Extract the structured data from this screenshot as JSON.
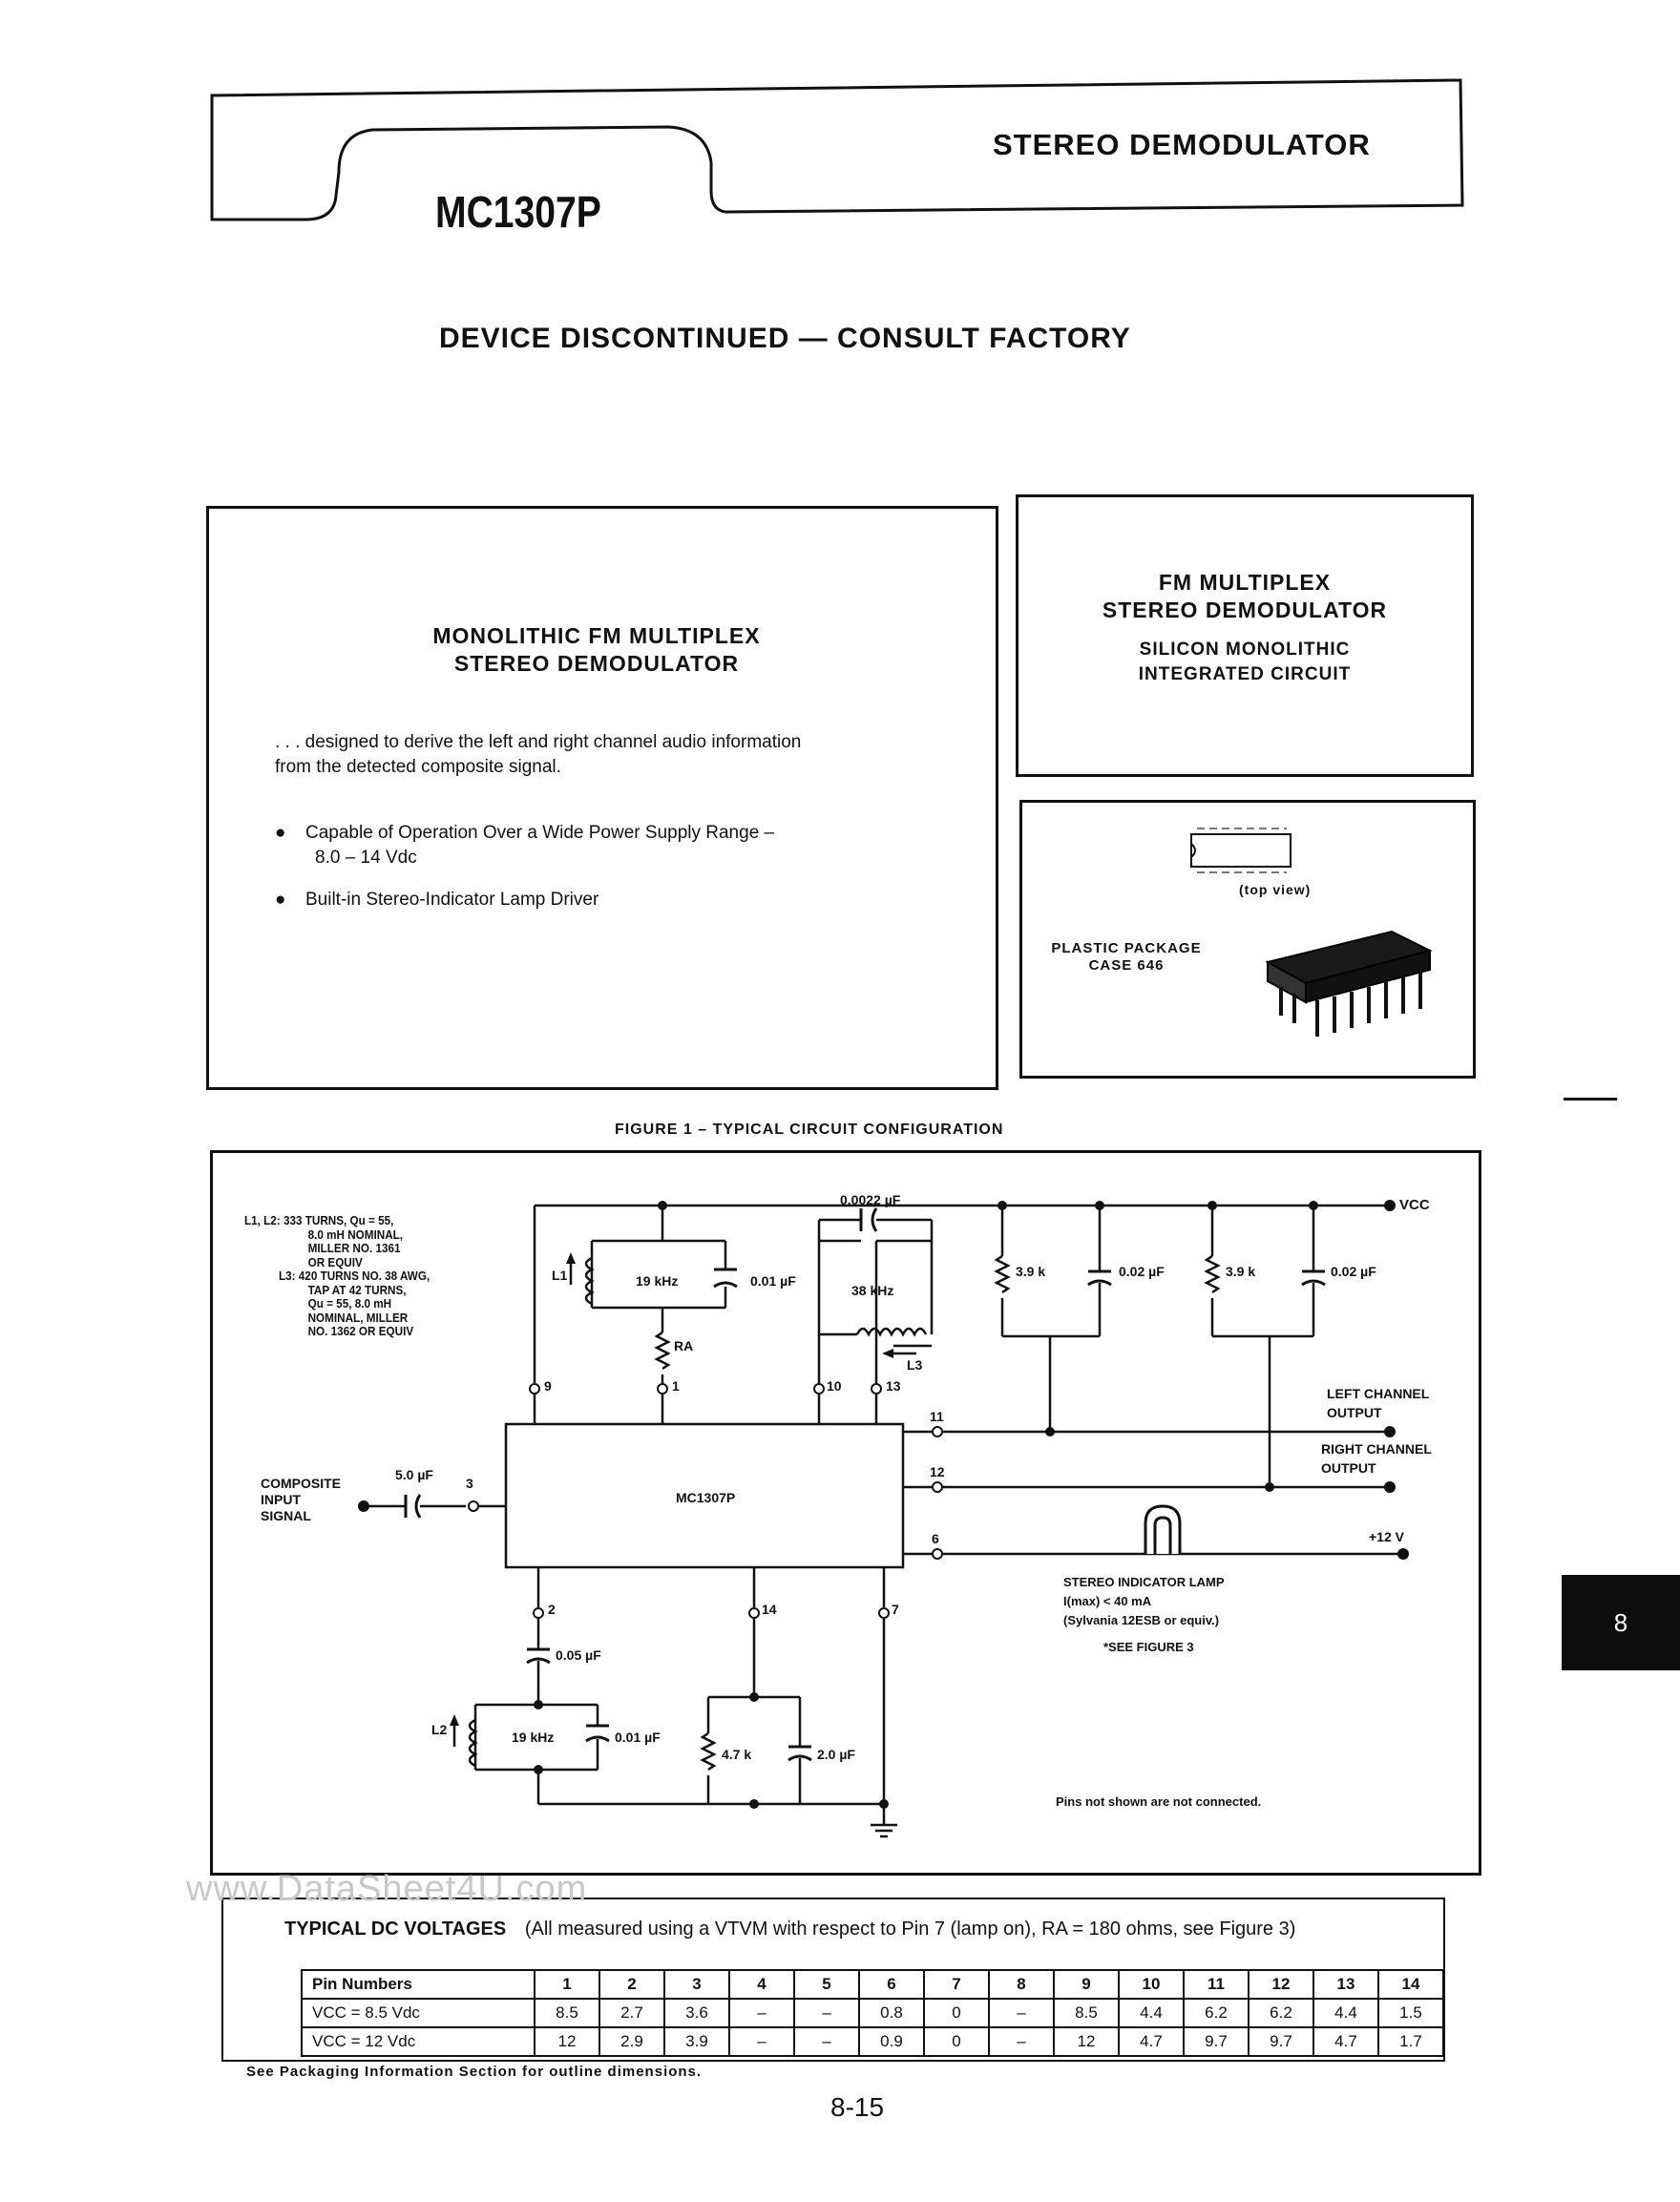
{
  "header": {
    "part_number": "MC1307P",
    "title": "STEREO DEMODULATOR"
  },
  "notice": "DEVICE DISCONTINUED — CONSULT FACTORY",
  "description_box": {
    "heading_line1": "MONOLITHIC FM MULTIPLEX",
    "heading_line2": "STEREO DEMODULATOR",
    "intro_line1": ". . . designed to derive the left and right channel audio information",
    "intro_line2": "from the detected composite signal.",
    "bullets": [
      {
        "line1": "Capable of Operation Over a Wide Power Supply Range –",
        "line2": "8.0 – 14 Vdc"
      },
      {
        "line1": "Built-in Stereo-Indicator Lamp Driver",
        "line2": ""
      }
    ]
  },
  "device_box": {
    "line1": "FM MULTIPLEX",
    "line2": "STEREO DEMODULATOR",
    "line3": "SILICON MONOLITHIC",
    "line4": "INTEGRATED CIRCUIT"
  },
  "package_box": {
    "top_view": "(top view)",
    "package_line1": "PLASTIC PACKAGE",
    "package_line2": "CASE 646"
  },
  "figure": {
    "caption": "FIGURE 1 – TYPICAL CIRCUIT CONFIGURATION",
    "coil_notes": [
      "L1, L2: 333 TURNS, Qu = 55,",
      "8.0 mH NOMINAL,",
      "MILLER NO. 1361",
      "OR EQUIV",
      "L3: 420 TURNS NO. 38 AWG,",
      "TAP AT 42 TURNS,",
      "Qu = 55, 8.0 mH",
      "NOMINAL, MILLER",
      "NO. 1362 OR EQUIV"
    ],
    "ic_label": "MC1307P",
    "vcc": "VCC",
    "composite_input": [
      "COMPOSITE",
      "INPUT",
      "SIGNAL"
    ],
    "cap_input": "5.0 µF",
    "cap_0022": "0.0022 µF",
    "freq_38": "38 kHz",
    "freq_19": "19 kHz",
    "cap_001": "0.01 µF",
    "cap_002": "0.02 µF",
    "cap_005": "0.05 µF",
    "cap_20": "2.0 µF",
    "res_39k": "3.9 k",
    "res_47k": "4.7 k",
    "ra": "RA",
    "l1": "L1",
    "l2": "L2",
    "l3": "L3",
    "left_output": [
      "LEFT CHANNEL",
      "OUTPUT"
    ],
    "right_output": [
      "RIGHT CHANNEL",
      "OUTPUT"
    ],
    "plus12": "+12 V",
    "lamp_lines": [
      "STEREO INDICATOR LAMP",
      "I(max) < 40 mA",
      "(Sylvania 12ESB or equiv.)",
      "*SEE FIGURE 3"
    ],
    "pins_note": "Pins not shown are not connected.",
    "pins": {
      "p1": "1",
      "p2": "2",
      "p3": "3",
      "p6": "6",
      "p7": "7",
      "p9": "9",
      "p10": "10",
      "p11": "11",
      "p12": "12",
      "p13": "13",
      "p14": "14"
    }
  },
  "dc_voltages": {
    "title": "TYPICAL DC VOLTAGES",
    "subtitle": "(All measured using a VTVM with respect to Pin 7 (lamp on), RA = 180 ohms, see Figure 3)",
    "header_label": "Pin Numbers",
    "pins": [
      "1",
      "2",
      "3",
      "4",
      "5",
      "6",
      "7",
      "8",
      "9",
      "10",
      "11",
      "12",
      "13",
      "14"
    ],
    "rows": [
      {
        "label": "VCC = 8.5 Vdc",
        "values": [
          "8.5",
          "2.7",
          "3.6",
          "–",
          "–",
          "0.8",
          "0",
          "–",
          "8.5",
          "4.4",
          "6.2",
          "6.2",
          "4.4",
          "1.5"
        ]
      },
      {
        "label": "VCC = 12 Vdc",
        "values": [
          "12",
          "2.9",
          "3.9",
          "–",
          "–",
          "0.9",
          "0",
          "–",
          "12",
          "4.7",
          "9.7",
          "9.7",
          "4.7",
          "1.7"
        ]
      }
    ]
  },
  "footnote": "See Packaging Information Section for outline dimensions.",
  "page_number": "8-15",
  "section_tab": "8",
  "watermark": "www.DataSheet4U.com"
}
